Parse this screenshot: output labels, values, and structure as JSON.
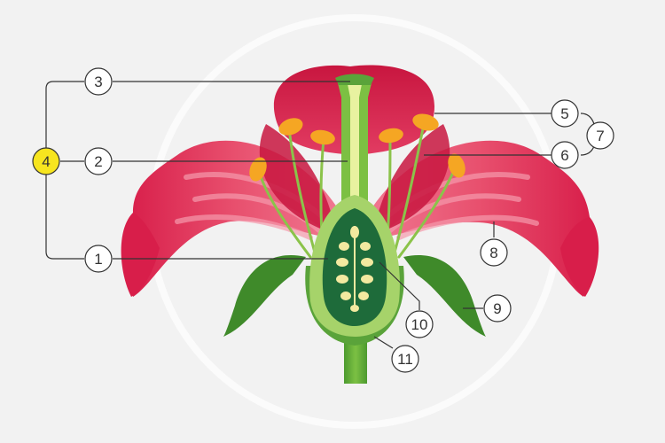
{
  "diagram": {
    "labels": [
      {
        "id": "1",
        "text": "1"
      },
      {
        "id": "2",
        "text": "2"
      },
      {
        "id": "3",
        "text": "3"
      },
      {
        "id": "4",
        "text": "4"
      },
      {
        "id": "5",
        "text": "5"
      },
      {
        "id": "6",
        "text": "6"
      },
      {
        "id": "7",
        "text": "7"
      },
      {
        "id": "8",
        "text": "8"
      },
      {
        "id": "9",
        "text": "9"
      },
      {
        "id": "10",
        "text": "10"
      },
      {
        "id": "11",
        "text": "11"
      }
    ],
    "colors": {
      "background": "#f2f2f2",
      "petal_dark": "#d81e4a",
      "petal_mid": "#e8506e",
      "petal_light": "#f59aad",
      "sepal": "#3f8a2a",
      "ovary_wall": "#7cc043",
      "ovary_inner": "#1e6b3a",
      "ovule": "#f3e9a0",
      "style": "#a6d36a",
      "anther": "#f5a623",
      "filament": "#8bc34a",
      "highlight_label": "#f7e51f",
      "leader_line": "#333333"
    }
  }
}
